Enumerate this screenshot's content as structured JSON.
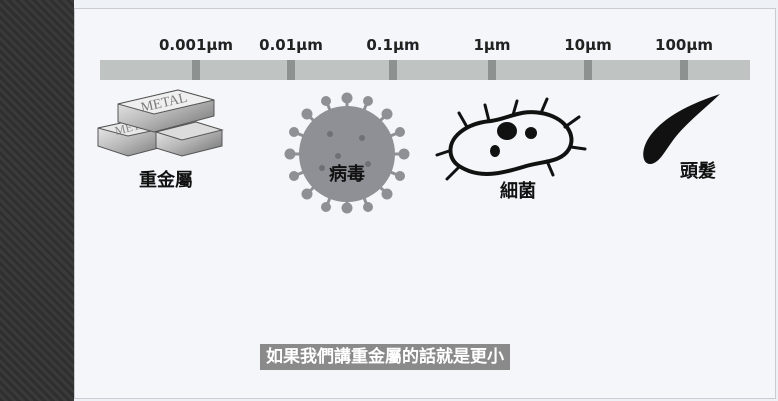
{
  "scale": {
    "labels": [
      "0.001μm",
      "0.01μm",
      "0.1μm",
      "1μm",
      "10μm",
      "100μm"
    ]
  },
  "items": {
    "heavy_metal": {
      "label": "重金屬",
      "logo_text_top": "METAL",
      "logo_text_bottom": "METAL"
    },
    "virus": {
      "label": "病毒"
    },
    "bacteria": {
      "label": "細菌"
    },
    "hair": {
      "label": "頭髮"
    }
  },
  "caption": "如果我們講重金屬的話就是更小",
  "colors": {
    "bar": "#bfc3c2",
    "tick": "#8d9190",
    "virus": "#8f9096",
    "caption_bg": "#8a8a8a"
  }
}
